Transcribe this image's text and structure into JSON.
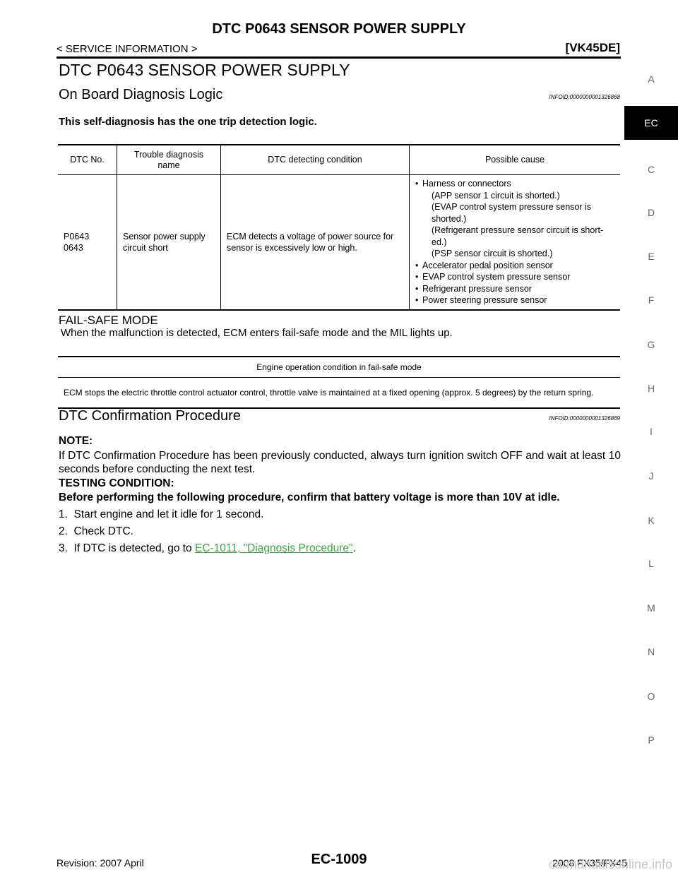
{
  "header": {
    "doc_title": "DTC P0643 SENSOR POWER SUPPLY",
    "breadcrumb": "< SERVICE INFORMATION >",
    "engine_code": "[VK45DE]"
  },
  "section": {
    "title": "DTC P0643 SENSOR POWER SUPPLY",
    "obd_title": "On Board Diagnosis Logic",
    "obd_infoid": "INFOID:0000000001326868",
    "one_trip_note": "This self-diagnosis has the one trip detection logic."
  },
  "dtc_table": {
    "headers": [
      "DTC No.",
      "Trouble diagnosis name",
      "DTC detecting condition",
      "Possible cause"
    ],
    "row": {
      "dtc_no": "P0643\n0643",
      "diag_name": "Sensor power supply circuit short",
      "condition": "ECM detects a voltage of power source for sensor is excessively low or high.",
      "causes": [
        {
          "text": "Harness or connectors",
          "sub": [
            "(APP sensor 1 circuit is shorted.)",
            "(EVAP control system pressure sensor is shorted.)",
            "(Refrigerant pressure sensor circuit is short-ed.)",
            "(PSP sensor circuit is shorted.)"
          ]
        },
        {
          "text": "Accelerator pedal position sensor",
          "sub": []
        },
        {
          "text": "EVAP control system pressure sensor",
          "sub": []
        },
        {
          "text": "Refrigerant pressure sensor",
          "sub": []
        },
        {
          "text": "Power steering pressure sensor",
          "sub": []
        }
      ]
    }
  },
  "failsafe": {
    "title": "FAIL-SAFE MODE",
    "text": "When the malfunction is detected, ECM enters fail-safe mode and the MIL lights up.",
    "table_header": "Engine operation condition in fail-safe mode",
    "table_body": "ECM stops the electric throttle control actuator control, throttle valve is maintained at a fixed opening (approx. 5 degrees) by the return spring."
  },
  "confirmation": {
    "title": "DTC Confirmation Procedure",
    "infoid": "INFOID:0000000001326869",
    "note_label": "NOTE:",
    "note_text": "If DTC Confirmation Procedure has been previously conducted, always turn ignition switch OFF and wait at least 10 seconds before conducting the next test.",
    "testing_label": "TESTING CONDITION:",
    "testing_text": "Before performing the following procedure, confirm that battery voltage is more than 10V at idle.",
    "step1": "1.  Start engine and let it idle for 1 second.",
    "step2": "2.  Check DTC.",
    "step3_prefix": "3.  If DTC is detected, go to ",
    "step3_link": "EC-1011, \"Diagnosis Procedure\"",
    "step3_suffix": "."
  },
  "side_tabs": [
    "A",
    "EC",
    "C",
    "D",
    "E",
    "F",
    "G",
    "H",
    "I",
    "J",
    "K",
    "L",
    "M",
    "N",
    "O",
    "P"
  ],
  "active_tab": "EC",
  "footer": {
    "page_number": "EC-1009",
    "revision": "Revision: 2007 April",
    "model": "2008 FX35/FX45",
    "watermark": "carmanualsonline.info"
  }
}
